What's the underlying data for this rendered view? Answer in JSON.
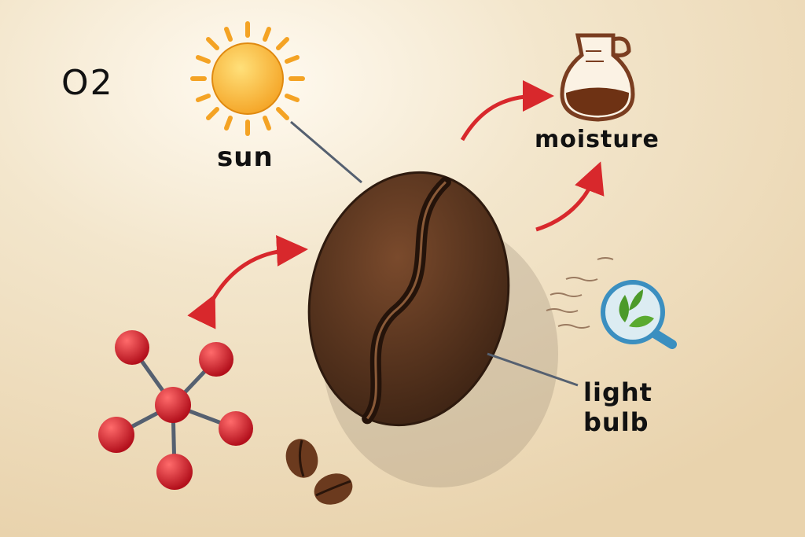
{
  "labels": {
    "o2": "O2",
    "sun": "sun",
    "moisture": "moisture",
    "light_bulb_line1": "light",
    "light_bulb_line2": "bulb"
  },
  "colors": {
    "background": "#f1e3c8",
    "sun": "#f7b733",
    "bean": "#5a3520",
    "arrow": "#d8282c",
    "molecule": "#d4202c",
    "magnifier": "#3b8fc0"
  }
}
